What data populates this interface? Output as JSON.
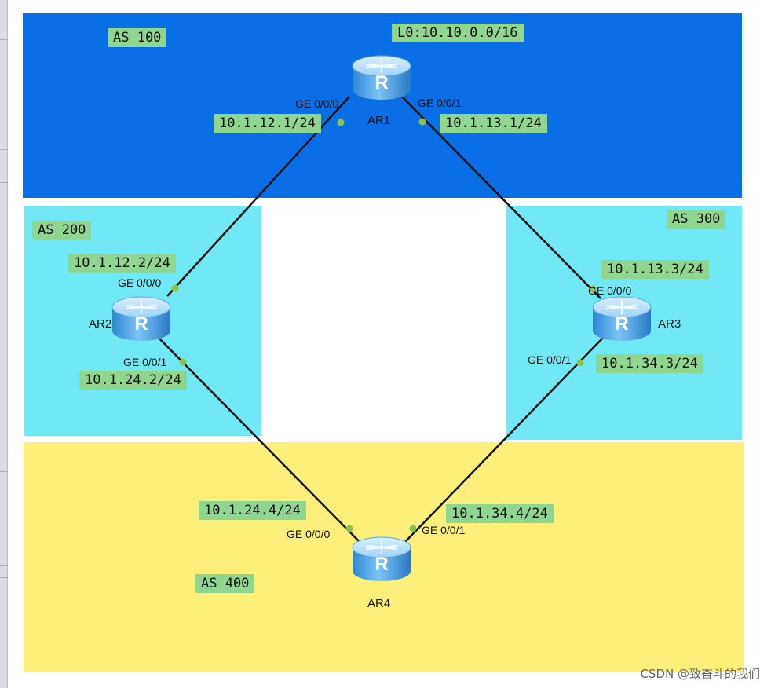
{
  "areas": {
    "as100": {
      "label": "AS 100",
      "color": "#0a6ee6"
    },
    "as200": {
      "label": "AS 200",
      "color": "#70e8f6"
    },
    "as300": {
      "label": "AS 300",
      "color": "#70e8f6"
    },
    "as400": {
      "label": "AS 400",
      "color": "#fdf07a"
    }
  },
  "routers": {
    "ar1": {
      "name": "AR1",
      "icon": "router-icon",
      "loopback": "L0:10.10.0.0/16"
    },
    "ar2": {
      "name": "AR2",
      "icon": "router-icon"
    },
    "ar3": {
      "name": "AR3",
      "icon": "router-icon"
    },
    "ar4": {
      "name": "AR4",
      "icon": "router-icon"
    }
  },
  "links": [
    {
      "from": "AR1",
      "to": "AR2",
      "a": {
        "port": "GE 0/0/0",
        "ip": "10.1.12.1/24"
      },
      "b": {
        "port": "GE 0/0/0",
        "ip": "10.1.12.2/24"
      }
    },
    {
      "from": "AR1",
      "to": "AR3",
      "a": {
        "port": "GE 0/0/1",
        "ip": "10.1.13.1/24"
      },
      "b": {
        "port": "GE 0/0/0",
        "ip": "10.1.13.3/24"
      }
    },
    {
      "from": "AR2",
      "to": "AR4",
      "a": {
        "port": "GE 0/0/1",
        "ip": "10.1.24.2/24"
      },
      "b": {
        "port": "GE 0/0/0",
        "ip": "10.1.24.4/24"
      }
    },
    {
      "from": "AR3",
      "to": "AR4",
      "a": {
        "port": "GE 0/0/1",
        "ip": "10.1.34.3/24"
      },
      "b": {
        "port": "GE 0/0/1",
        "ip": "10.1.34.4/24"
      }
    }
  ],
  "colors": {
    "label_bg": "#8fd68f",
    "link": "#111111",
    "port_dot": "#8bc34a",
    "router": "#3f9be0"
  },
  "watermark": "CSDN @致奋斗的我们"
}
